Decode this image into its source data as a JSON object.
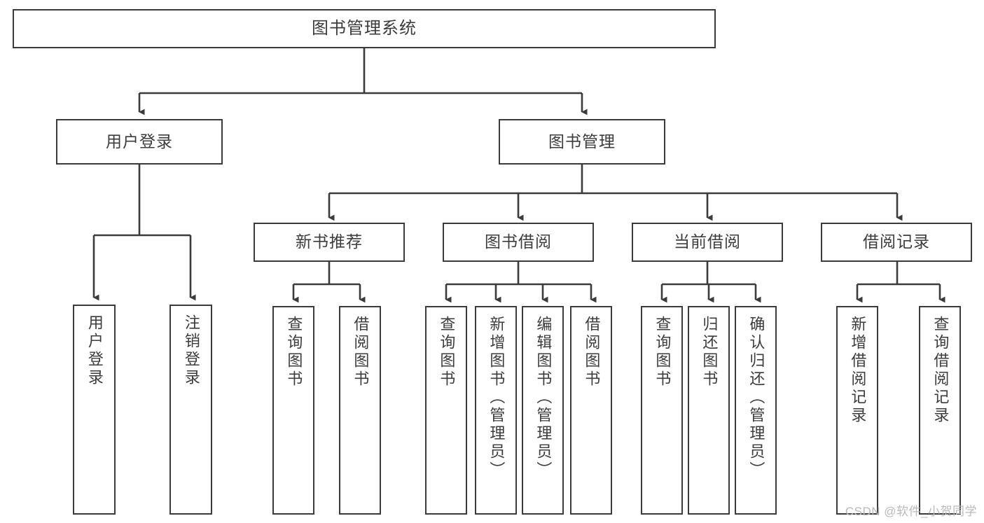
{
  "diagram": {
    "title": "图书管理系统",
    "type": "tree-hierarchy-diagram",
    "watermark": "CSDN @软件_小贺同学",
    "colors": {
      "box_border": "#3b3b3b",
      "connector": "#3b3b3b",
      "text": "#3c3c3c",
      "background": "#ffffff",
      "watermark": "#b9b9b9"
    },
    "root": {
      "label": "图书管理系统"
    },
    "level2": [
      {
        "label": "用户登录"
      },
      {
        "label": "图书管理"
      }
    ],
    "level3": [
      {
        "label": "新书推荐"
      },
      {
        "label": "图书借阅"
      },
      {
        "label": "当前借阅"
      },
      {
        "label": "借阅记录"
      }
    ],
    "leaves": [
      {
        "label": "用户登录",
        "parent": "用户登录"
      },
      {
        "label": "注销登录",
        "parent": "用户登录"
      },
      {
        "label": "查询图书",
        "parent": "新书推荐"
      },
      {
        "label": "借阅图书",
        "parent": "新书推荐"
      },
      {
        "label": "查询图书",
        "parent": "图书借阅"
      },
      {
        "label": "新增图书（管理员）",
        "parent": "图书借阅"
      },
      {
        "label": "编辑图书（管理员）",
        "parent": "图书借阅"
      },
      {
        "label": "借阅图书",
        "parent": "图书借阅"
      },
      {
        "label": "查询图书",
        "parent": "当前借阅"
      },
      {
        "label": "归还图书",
        "parent": "当前借阅"
      },
      {
        "label": "确认归还（管理员）",
        "parent": "当前借阅"
      },
      {
        "label": "新增借阅记录",
        "parent": "借阅记录"
      },
      {
        "label": "查询借阅记录",
        "parent": "借阅记录"
      }
    ]
  }
}
